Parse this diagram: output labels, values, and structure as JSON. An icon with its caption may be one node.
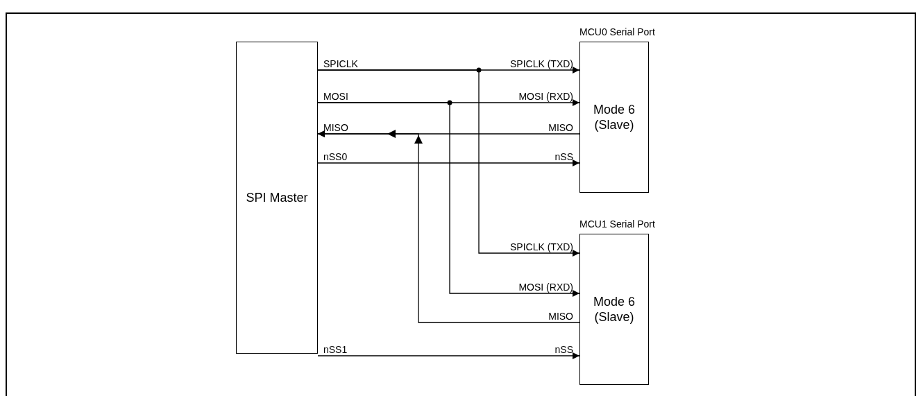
{
  "diagram": {
    "nodes": [
      {
        "text": [
          "SPI Master"
        ]
      },
      {
        "text": [
          "Mode 6 (Slave)"
        ],
        "beside": [
          "MCU0 Serial Port"
        ]
      },
      {
        "text": [
          "Mode 6 (Slave)"
        ],
        "beside": [
          "MCU1 Serial Port"
        ]
      }
    ],
    "edges": [
      {
        "from": 0,
        "to": 1,
        "arrow": "to"
      },
      {
        "from": 0,
        "to": 2,
        "arrow": "to"
      },
      {
        "from": 0,
        "to": 1,
        "arrow": "to"
      },
      {
        "from": 0,
        "to": 2,
        "arrow": "to"
      },
      {
        "from": 1,
        "to": 0,
        "arrow": "to"
      },
      {
        "from": 2,
        "to": 0,
        "arrow": "to"
      },
      {
        "from": 0,
        "to": 1,
        "arrow": "to"
      },
      {
        "from": 0,
        "to": 2,
        "arrow": "to"
      }
    ],
    "labels": [
      "SPICLK",
      "SPICLK (TXD)",
      "MOSI",
      "MOSI (RXD)",
      "MISO",
      "MISO",
      "nSS0",
      "nSS",
      "SPICLK (TXD)",
      "MOSI (RXD)",
      "MISO",
      "nSS1",
      "nSS"
    ]
  }
}
